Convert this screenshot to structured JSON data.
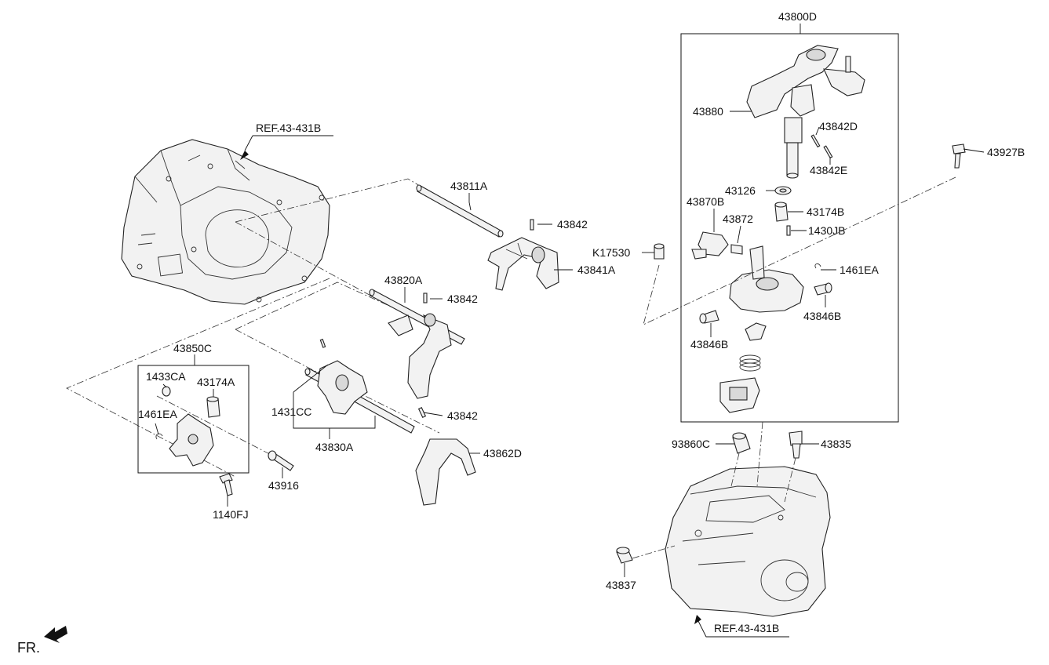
{
  "diagram": {
    "ref_labels": {
      "top_left": "REF.43-431B",
      "bottom_right": "REF.43-431B"
    },
    "direction_label": "FR.",
    "group_boxes": {
      "main": "43800D",
      "left": "43850C"
    },
    "parts": {
      "p43811A": "43811A",
      "p43842_a": "43842",
      "p43841A": "43841A",
      "p43820A": "43820A",
      "p43842_b": "43842",
      "p43842_c": "43842",
      "p43862D": "43862D",
      "p1431CC": "1431CC",
      "p43830A": "43830A",
      "p1433CA": "1433CA",
      "p43174A": "43174A",
      "p1461EA_left": "1461EA",
      "p43916": "43916",
      "p1140FJ": "1140FJ",
      "p43880": "43880",
      "p43842D": "43842D",
      "p43842E": "43842E",
      "p43126": "43126",
      "p43870B": "43870B",
      "p43872": "43872",
      "p43174B": "43174B",
      "p1430JB": "1430JB",
      "pK17530": "K17530",
      "p1461EA_right": "1461EA",
      "p43846B_right": "43846B",
      "p43846B_left": "43846B",
      "p43927B": "43927B",
      "p93860C": "93860C",
      "p43835": "43835",
      "p43837": "43837"
    }
  }
}
